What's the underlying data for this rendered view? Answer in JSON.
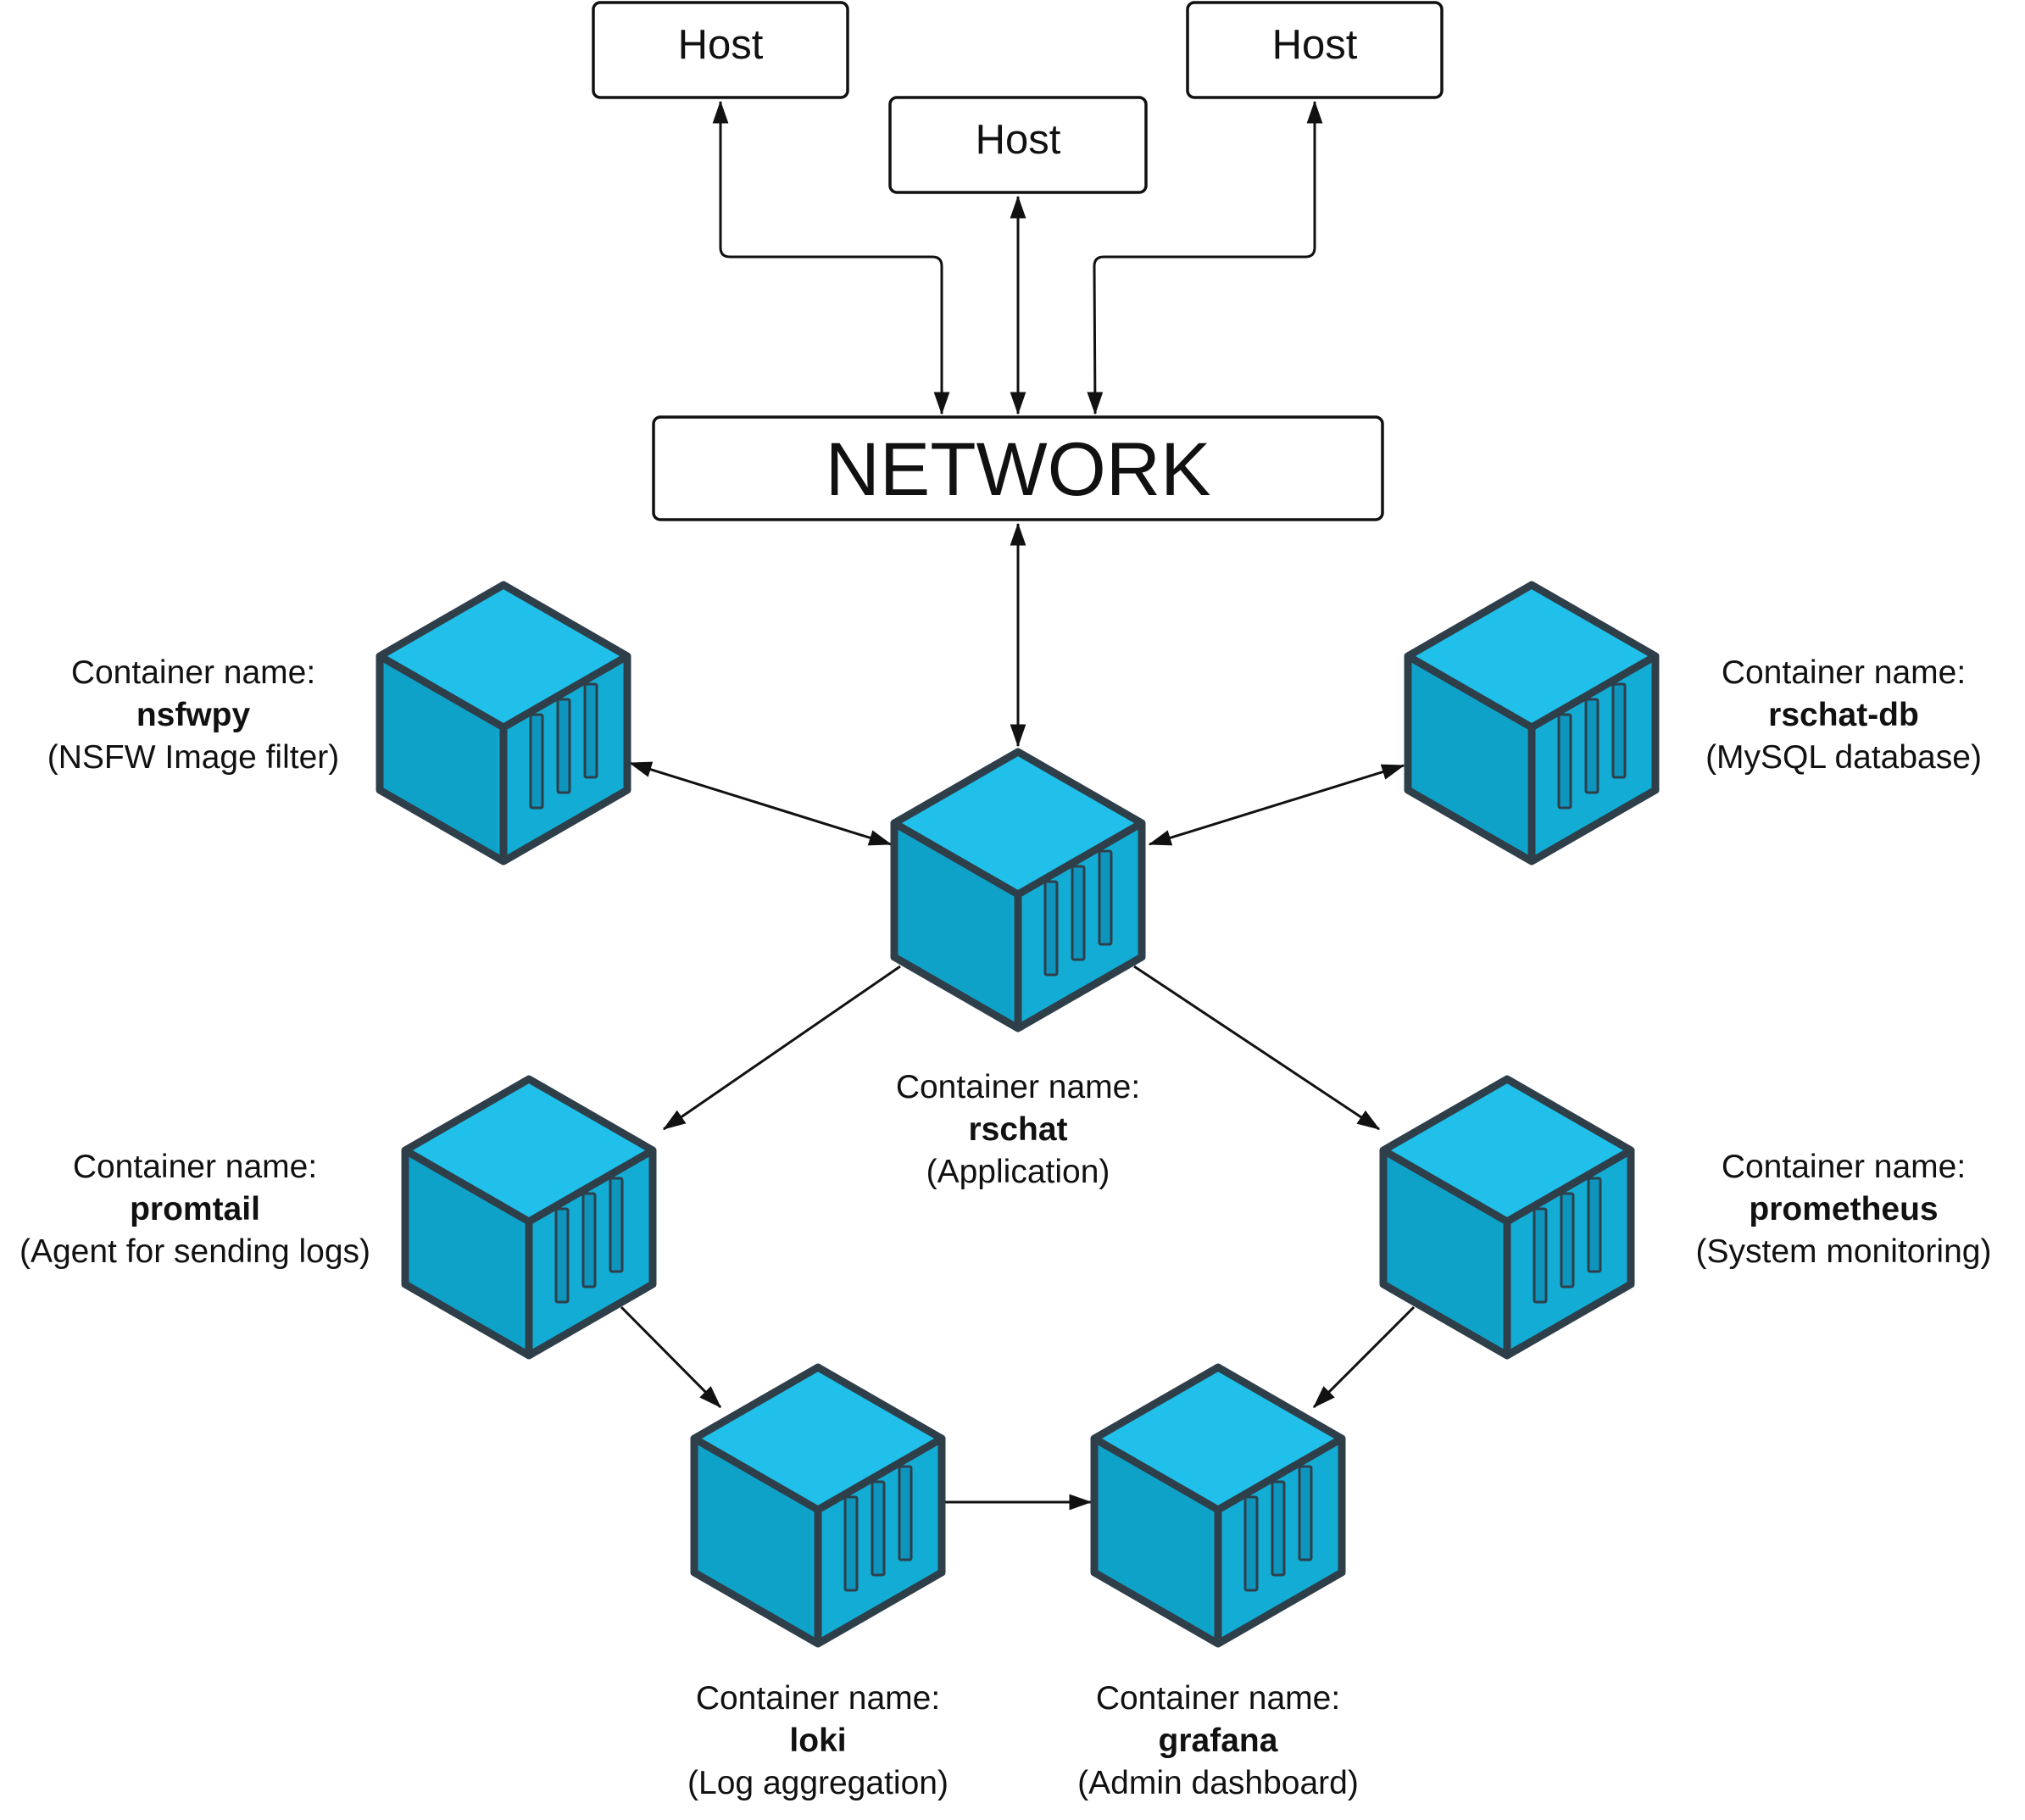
{
  "hosts": [
    {
      "label": "Host"
    },
    {
      "label": "Host"
    },
    {
      "label": "Host"
    }
  ],
  "network": {
    "label": "NETWORK"
  },
  "containers": {
    "nsfwpy": {
      "caption": "Container name:",
      "name": "nsfwpy",
      "description": "(NSFW Image filter)"
    },
    "rschat-db": {
      "caption": "Container name:",
      "name": "rschat-db",
      "description": "(MySQL database)"
    },
    "rschat": {
      "caption": "Container name:",
      "name": "rschat",
      "description": "(Application)"
    },
    "promtail": {
      "caption": "Container name:",
      "name": "promtail",
      "description": "(Agent for sending logs)"
    },
    "prometheus": {
      "caption": "Container name:",
      "name": "prometheus",
      "description": "(System monitoring)"
    },
    "loki": {
      "caption": "Container name:",
      "name": "loki",
      "description": "(Log aggregation)"
    },
    "grafana": {
      "caption": "Container name:",
      "name": "grafana",
      "description": "(Admin dashboard)"
    }
  },
  "colors": {
    "cube_top": "#21c0ea",
    "cube_front": "#11a6ce",
    "cube_side": "#13acd4",
    "cube_outline": "#2f3f4a",
    "line": "#111111"
  },
  "icons": {
    "container": "shipping-container-cube-icon"
  }
}
